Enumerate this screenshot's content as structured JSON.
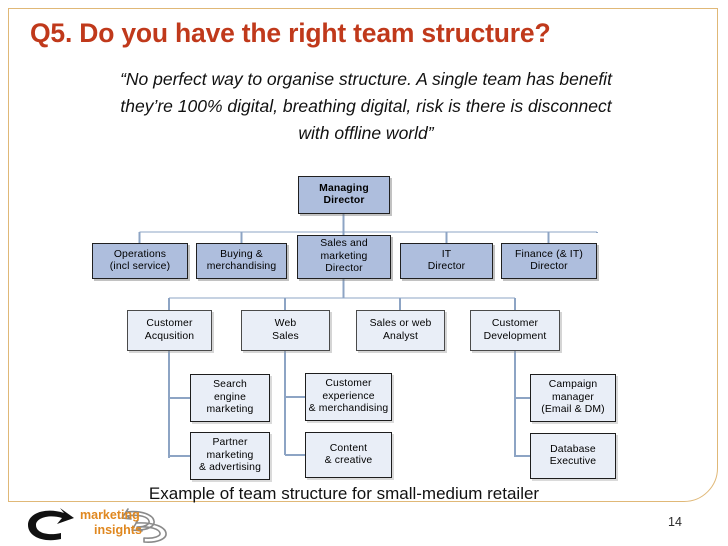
{
  "slide": {
    "title": "Q5. Do you have the right team structure?",
    "quote_lines": [
      "“No perfect way to organise structure. A single team has benefit",
      "they’re 100% digital, breathing digital, risk is there is disconnect",
      "with offline world”"
    ],
    "caption": "Example of team structure for small-medium retailer",
    "page_number": "14",
    "title_color": "#c0391b",
    "frame_color": "#e0b877"
  },
  "logo": {
    "line1": "marketing",
    "line2": "insights",
    "color": "#e08820"
  },
  "org_chart": {
    "type": "diagram",
    "levels": [
      {
        "name": "level-1",
        "style": "dark",
        "nodes": [
          {
            "id": "managing-director",
            "lines": [
              "Managing",
              "Director"
            ]
          }
        ]
      },
      {
        "name": "level-2",
        "style": "dark",
        "nodes": [
          {
            "id": "operations",
            "lines": [
              "Operations",
              "(incl service)"
            ]
          },
          {
            "id": "buying-merchandising",
            "lines": [
              "Buying &",
              "merchandising"
            ]
          },
          {
            "id": "sales-marketing-director",
            "lines": [
              "Sales and",
              "marketing",
              "Director"
            ]
          },
          {
            "id": "it-director",
            "lines": [
              "IT",
              "Director"
            ]
          },
          {
            "id": "finance-it-director",
            "lines": [
              "Finance (& IT)",
              "Director"
            ]
          }
        ]
      },
      {
        "name": "level-3",
        "style": "light",
        "nodes": [
          {
            "id": "customer-acqusition",
            "lines": [
              "Customer",
              "Acqusition"
            ]
          },
          {
            "id": "web-sales",
            "lines": [
              "Web",
              "Sales"
            ]
          },
          {
            "id": "sales-or-web-analyst",
            "lines": [
              "Sales or web",
              "Analyst"
            ]
          },
          {
            "id": "customer-development",
            "lines": [
              "Customer",
              "Development"
            ]
          }
        ]
      },
      {
        "name": "level-4",
        "style": "sub",
        "nodes": [
          {
            "id": "search-engine-marketing",
            "lines": [
              "Search",
              "engine",
              "marketing"
            ]
          },
          {
            "id": "customer-experience",
            "lines": [
              "Customer",
              "experience",
              "& merchandising"
            ]
          },
          {
            "id": "campaign-manager",
            "lines": [
              "Campaign",
              "manager",
              "(Email & DM)"
            ]
          }
        ]
      },
      {
        "name": "level-5",
        "style": "sub",
        "nodes": [
          {
            "id": "partner-marketing",
            "lines": [
              "Partner",
              "marketing",
              "& advertising"
            ]
          },
          {
            "id": "content-creative",
            "lines": [
              "Content",
              "& creative"
            ]
          },
          {
            "id": "database-executive",
            "lines": [
              "Database",
              "Executive"
            ]
          }
        ]
      }
    ],
    "colors": {
      "node_fill_dark": "#aebedd",
      "node_fill_light": "#e9eef7",
      "connector": "#8da4c4"
    }
  }
}
